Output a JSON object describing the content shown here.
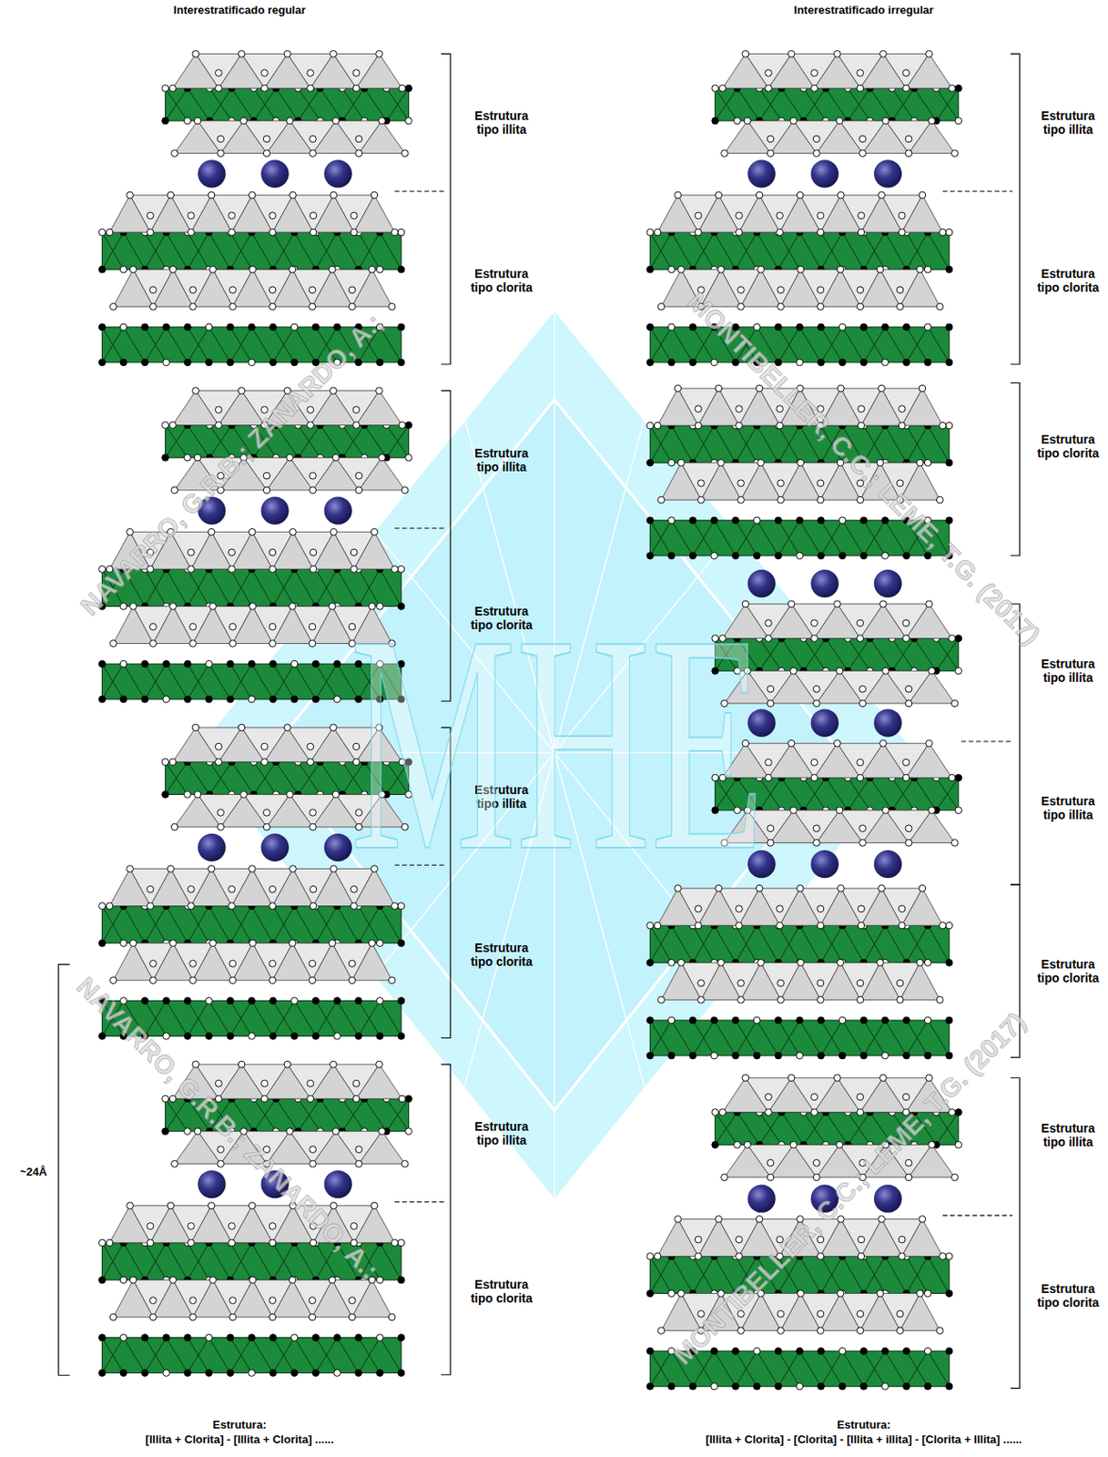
{
  "diagram": {
    "labels": [
      "Interestratificado regular",
      "Estrutura tipo illita",
      "Estrutura tipo clorita",
      "Estrutura tipo illita",
      "Estrutura tipo clorita",
      "Estrutura tipo illita",
      "Estrutura tipo clorita",
      "Estrutura tipo illita",
      "Estrutura tipo clorita",
      "~24Å",
      "Estrutura:",
      "[Illita + Clorita] - [Illita + Clorita] ......",
      "Interestratificado irregular",
      "Estrutura tipo illita",
      "Estrutura tipo clorita",
      "Estrutura tipo clorita",
      "Estrutura tipo illita",
      "Estrutura tipo illita",
      "Estrutura tipo clorita",
      "Estrutura tipo illita",
      "Estrutura tipo clorita",
      "Estrutura:",
      "[Illita + Clorita] - [Clorita] - [Illita + illita] - [Clorita + Illita] ......",
      "NAVARRO, G.R.B.; ZANARDO, A.;",
      "MONTIBELLER, C.C.; LEME, T.G. (2017)",
      "NAVARRO, G.R.B.; ZANARDO, A.;",
      "MONTIBELLER, C.C.; LEME, T.G. (2017)",
      "MHE"
    ]
  }
}
